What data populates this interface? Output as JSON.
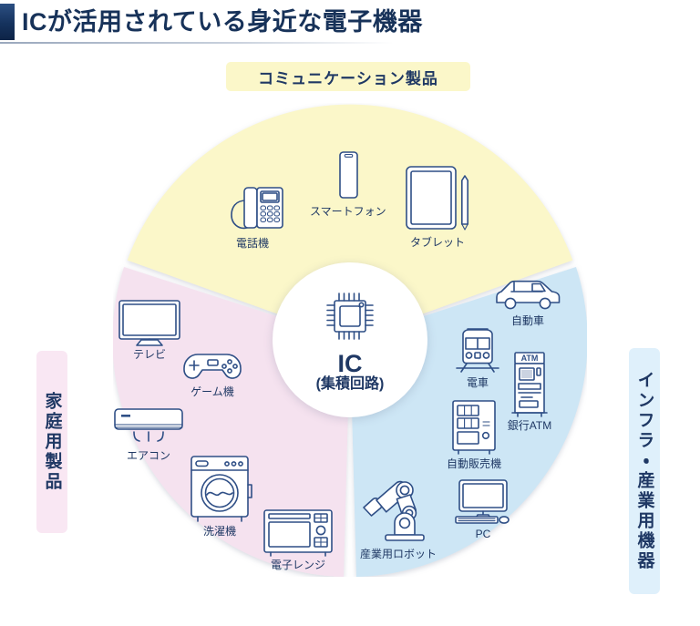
{
  "header": {
    "title": "ICが活用されている身近な電子機器"
  },
  "banners": {
    "top": "コミュニケーション製品",
    "left": "家庭用製品",
    "right": "インフラ・産業用機器"
  },
  "center": {
    "icon": "ic-chip-icon",
    "title": "IC",
    "subtitle": "(集積回路)"
  },
  "colors": {
    "communication": "#fbf7c9",
    "home": "#f5e2ef",
    "infrastructure": "#cde6f5",
    "ink": "#1f3864",
    "icon_stroke": "#2f4f86",
    "header_accent": "#15325d"
  },
  "sectors": [
    {
      "id": "communication",
      "banner": "コミュニケーション製品",
      "color": "#fbf7c9",
      "devices": [
        {
          "label": "電話機",
          "icon": "telephone-icon"
        },
        {
          "label": "スマートフォン",
          "icon": "smartphone-icon"
        },
        {
          "label": "タブレット",
          "icon": "tablet-icon"
        }
      ]
    },
    {
      "id": "home",
      "banner": "家庭用製品",
      "color": "#f5e2ef",
      "devices": [
        {
          "label": "テレビ",
          "icon": "television-icon"
        },
        {
          "label": "ゲーム機",
          "icon": "game-controller-icon"
        },
        {
          "label": "エアコン",
          "icon": "air-conditioner-icon"
        },
        {
          "label": "洗濯機",
          "icon": "washing-machine-icon"
        },
        {
          "label": "電子レンジ",
          "icon": "microwave-oven-icon"
        }
      ]
    },
    {
      "id": "infrastructure",
      "banner": "インフラ・産業用機器",
      "color": "#cde6f5",
      "devices": [
        {
          "label": "自動車",
          "icon": "car-icon"
        },
        {
          "label": "電車",
          "icon": "train-icon"
        },
        {
          "label": "銀行ATM",
          "icon": "atm-icon",
          "screen_label": "ATM"
        },
        {
          "label": "自動販売機",
          "icon": "vending-machine-icon"
        },
        {
          "label": "PC",
          "icon": "desktop-pc-icon"
        },
        {
          "label": "産業用ロボット",
          "icon": "industrial-robot-icon"
        }
      ]
    }
  ]
}
